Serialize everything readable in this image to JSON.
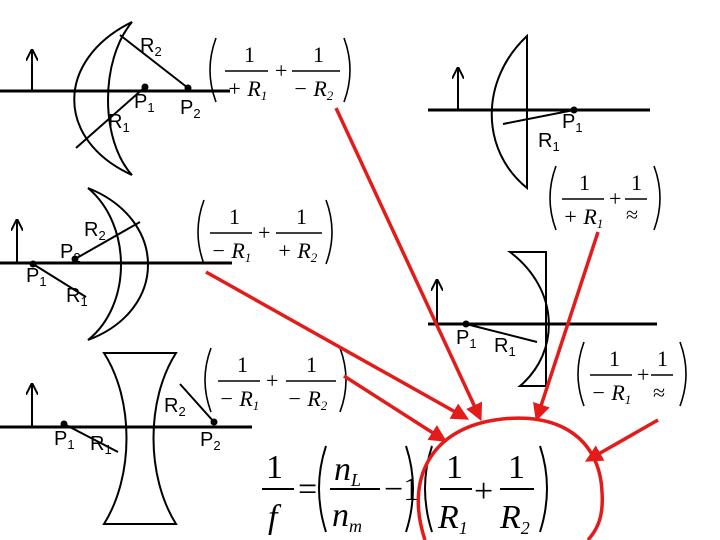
{
  "labels": {
    "R": "R",
    "P": "P",
    "sub1": "1",
    "sub2": "2"
  },
  "eq": {
    "one": "1",
    "plus": "+",
    "minus": "−",
    "plusR1": "+ R",
    "minusR1": "− R",
    "plusR2": "+ R",
    "minusR2": "− R",
    "approx": "≈",
    "f": "f",
    "equals": "=",
    "nL": "n",
    "nL_sub": "L",
    "nm": "n",
    "nm_sub": "m",
    "minusOne": "−1",
    "R": "R",
    "s1": "1",
    "s2": "2"
  },
  "colors": {
    "arrow": "#e41b1b",
    "ink": "#000000"
  }
}
